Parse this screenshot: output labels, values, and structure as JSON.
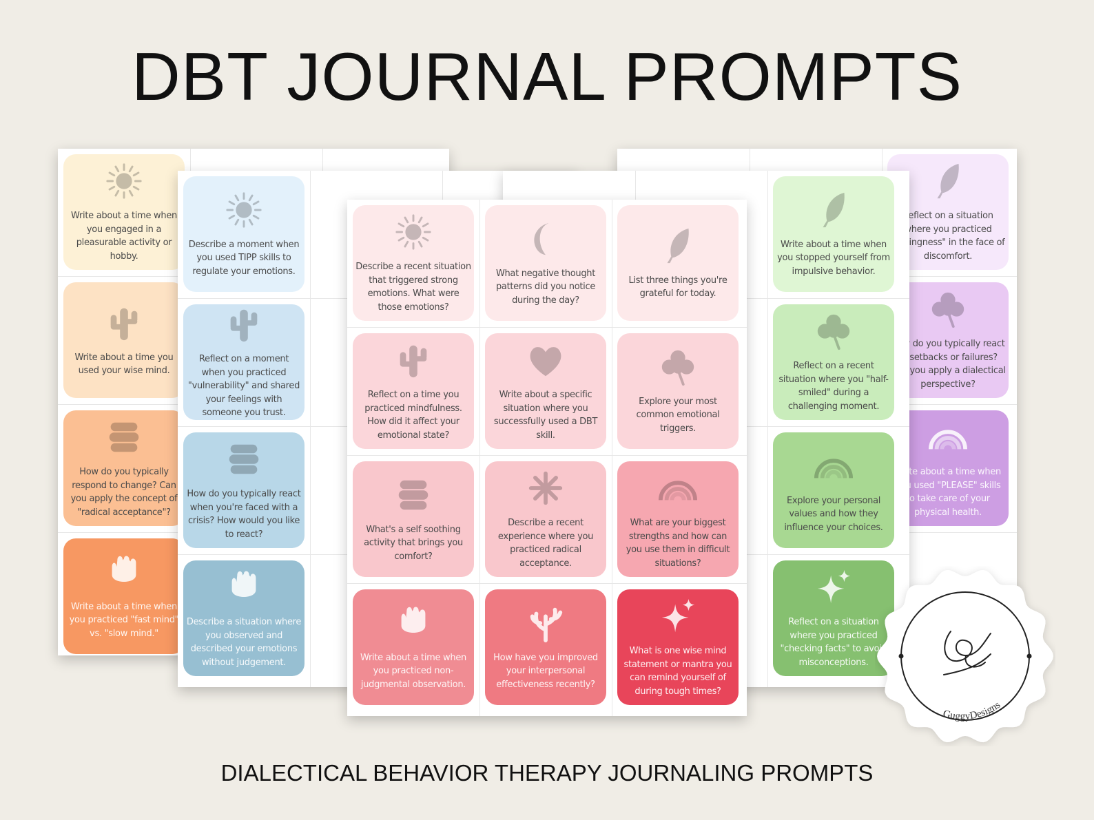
{
  "title": "DBT JOURNAL PROMPTS",
  "subtitle": "DIALECTICAL BEHAVIOR THERAPY JOURNALING PROMPTS",
  "logo": {
    "text": "GuggyDesigns"
  },
  "sheets": {
    "orange": {
      "prompts": [
        "Write about a time when you engaged in a pleasurable activity or hobby.",
        "Write about a time you used your wise mind.",
        "How do you typically respond to change? Can you apply the concept of \"radical acceptance\"?",
        "Write about a time when you practiced \"fast mind\" vs. \"slow mind.\""
      ],
      "colors": [
        "#fdf1d6",
        "#fde2c4",
        "#fbbf93",
        "#f79862"
      ],
      "icons": [
        "sun-icon",
        "cactus-icon",
        "stones-icon",
        "tulip-icon"
      ]
    },
    "blue": {
      "prompts": [
        "Describe a moment when you used TIPP skills to regulate your emotions.",
        "Reflect on a moment when you practiced \"vulnerability\" and shared your feelings with someone you trust.",
        "How do you typically react when you're faced with a crisis? How would you like to react?",
        "Describe a situation where you observed and described your emotions without judgement."
      ],
      "colors": [
        "#e3f1fb",
        "#cfe4f3",
        "#b8d7e8",
        "#97bfd2"
      ],
      "icons": [
        "sun-icon",
        "cactus-icon",
        "stones-icon",
        "tulip-icon"
      ]
    },
    "green": {
      "prompts": [
        "Write about a time when you stopped yourself from impulsive behavior.",
        "Reflect on a recent situation where you \"half-smiled\" during a challenging moment.",
        "Explore your personal values and how they influence your choices.",
        "Reflect on a situation where you practiced \"checking facts\" to avoid misconceptions."
      ],
      "colors": [
        "#dff6d4",
        "#c9ecbb",
        "#a8d892",
        "#86c070"
      ],
      "icons": [
        "leaf-icon",
        "clover-icon",
        "rainbow-icon",
        "sparkle-icon"
      ]
    },
    "purple": {
      "prompts": [
        "Reflect on a situation where you practiced \"willingness\" in the face of discomfort.",
        "How do you typically react to setbacks or failures? Can you apply a dialectical perspective?",
        "Write about a time when you used \"PLEASE\" skills to take care of your physical health."
      ],
      "colors": [
        "#f6e8fb",
        "#e9c9f3",
        "#cd9ee3",
        "#b985d6"
      ],
      "icons": [
        "leaf-icon",
        "clover-icon",
        "rainbow-icon",
        "sparkle-icon"
      ]
    },
    "pink": {
      "prompts": [
        "Describe a recent situation that triggered strong emotions. What were those emotions?",
        "What negative thought patterns did you notice during the day?",
        "List three things you're grateful for today.",
        "Reflect on a time you practiced mindfulness. How did it affect your emotional state?",
        "Write about a specific situation where you successfully used a DBT skill.",
        "Explore your most common emotional triggers.",
        "What's a self soothing activity that brings you comfort?",
        "Describe a recent experience where you practiced radical acceptance.",
        "What are your biggest strengths and how can you use them in difficult situations?",
        "Write about a time when you practiced non-judgmental observation.",
        "How have you improved your interpersonal effectiveness recently?",
        "What is one wise mind statement or mantra you can remind yourself of during tough times?"
      ],
      "colors": [
        "#fde9ea",
        "#fde9ea",
        "#fde9ea",
        "#fbd6da",
        "#fbd6da",
        "#fbd6da",
        "#f9c7cc",
        "#f9c7cc",
        "#f6a7b0",
        "#f08c93",
        "#ef7a82",
        "#e8455a"
      ],
      "icons": [
        "sun-icon",
        "moon-icon",
        "leaf-icon",
        "cactus-icon",
        "heart-icon",
        "clover-icon",
        "stones-icon",
        "asterisk-icon",
        "rainbow-icon",
        "tulip-icon",
        "coral-icon",
        "sparkle-icon"
      ]
    }
  }
}
